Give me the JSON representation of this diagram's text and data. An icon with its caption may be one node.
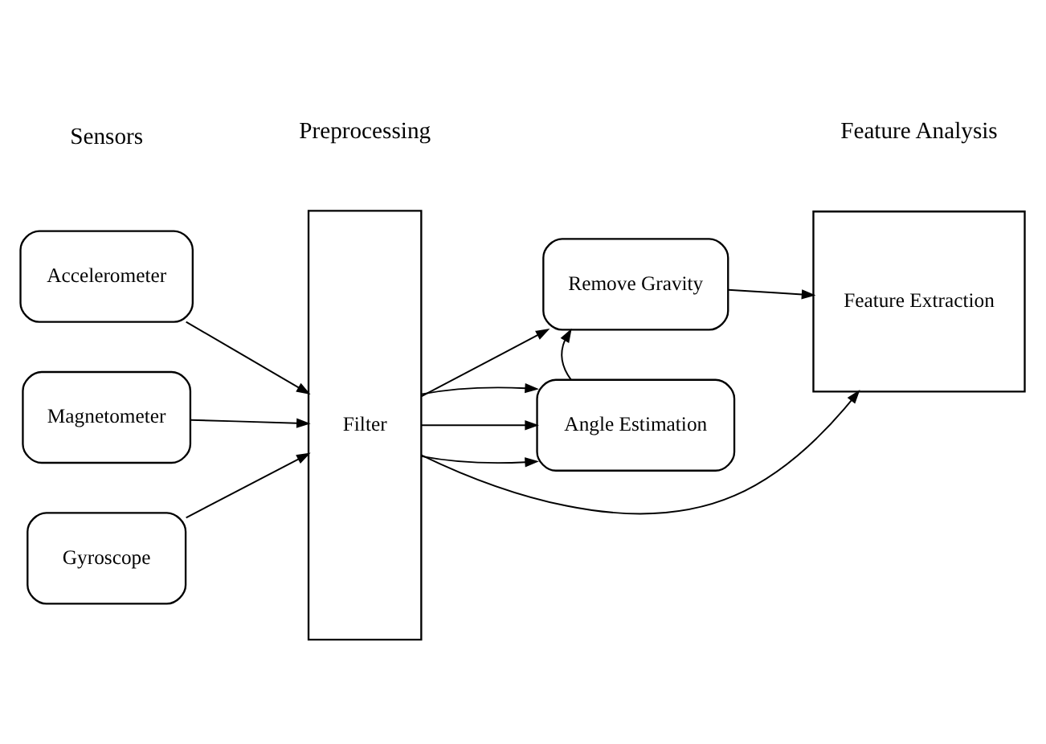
{
  "diagram": {
    "nodes": [
      {
        "text": [
          "Accelerometer"
        ]
      },
      {
        "text": [
          "Magnetometer"
        ]
      },
      {
        "text": [
          "Gyroscope"
        ]
      },
      {
        "text": [
          "Filter"
        ]
      },
      {
        "text": [
          "Remove Gravity"
        ]
      },
      {
        "text": [
          "Angle Estimation"
        ]
      },
      {
        "text": [
          "Feature Extraction"
        ]
      }
    ],
    "edges": [
      {
        "from": 0,
        "to": 3,
        "arrow": "to"
      },
      {
        "from": 1,
        "to": 3,
        "arrow": "to"
      },
      {
        "from": 2,
        "to": 3,
        "arrow": "to"
      },
      {
        "from": 3,
        "to": 4,
        "arrow": "to"
      },
      {
        "from": 3,
        "to": 5,
        "arrow": "to"
      },
      {
        "from": 3,
        "to": 5,
        "arrow": "to"
      },
      {
        "from": 3,
        "to": 5,
        "arrow": "to"
      },
      {
        "from": 3,
        "to": 6,
        "arrow": "to"
      },
      {
        "from": 5,
        "to": 4,
        "arrow": "to"
      },
      {
        "from": 4,
        "to": 6,
        "arrow": "to"
      }
    ],
    "labels": [
      "Sensors",
      "Preprocessing",
      "Feature Analysis"
    ]
  }
}
